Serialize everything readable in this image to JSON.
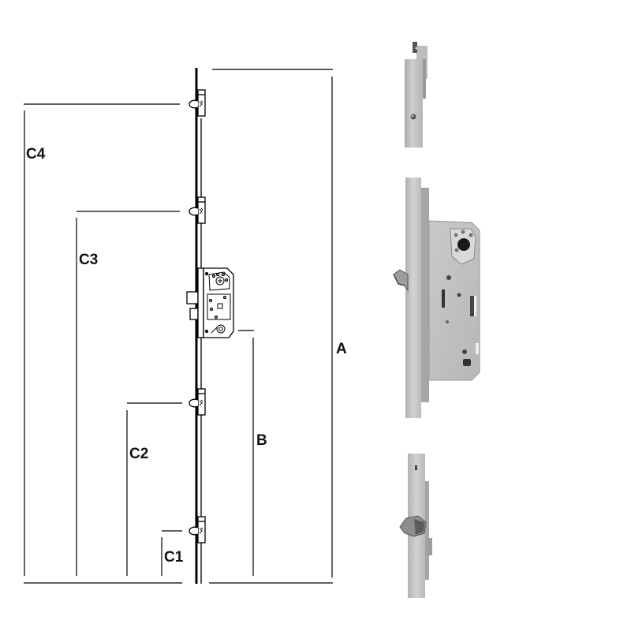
{
  "diagram": {
    "type": "multipoint-lock-dimension-drawing",
    "labels": {
      "a": "A",
      "b": "B",
      "c1": "C1",
      "c2": "C2",
      "c3": "C3",
      "c4": "C4"
    },
    "components": {
      "hook_bolts": 4,
      "main_gearbox": 1
    },
    "colors": {
      "line": "#000000",
      "background": "#ffffff",
      "steel": "#c8c8c8",
      "steel_dark": "#8f8f8f",
      "steel_shadow": "#6a6a6a"
    }
  },
  "photos": {
    "top_keep": "top-end-rail-photo",
    "gearbox": "main-gearbox-photo",
    "bottom_hook": "bottom-hook-bolt-photo"
  }
}
